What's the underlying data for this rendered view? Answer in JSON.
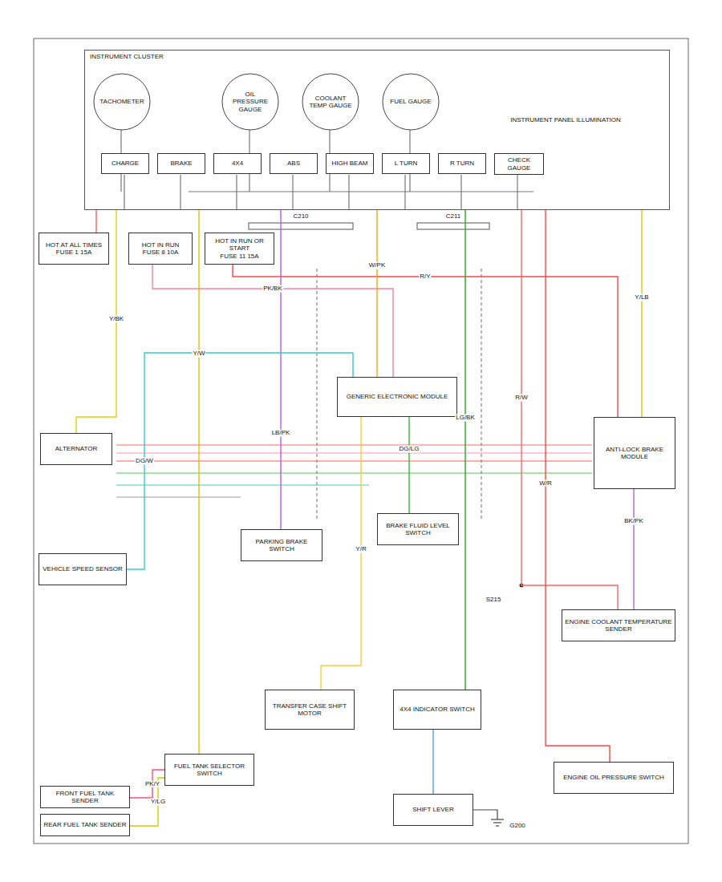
{
  "diagram": {
    "nodes": [
      {
        "text": [
          "INSTRUMENT CLUSTER"
        ]
      },
      {
        "text": [
          "TACHOMETER"
        ],
        "in": 0
      },
      {
        "text": [
          "OIL PRESSURE GAUGE"
        ],
        "in": 0
      },
      {
        "text": [
          "COOLANT TEMP GAUGE"
        ],
        "in": 0
      },
      {
        "text": [
          "FUEL GAUGE"
        ],
        "in": 0
      },
      {
        "text": [
          "CHARGE"
        ],
        "in": 0
      },
      {
        "text": [
          "BRAKE"
        ],
        "in": 0
      },
      {
        "text": [
          "4X4"
        ],
        "in": 0
      },
      {
        "text": [
          "ABS"
        ],
        "in": 0
      },
      {
        "text": [
          "HIGH BEAM"
        ],
        "in": 0
      },
      {
        "text": [
          "L TURN"
        ],
        "in": 0
      },
      {
        "text": [
          "R TURN"
        ],
        "in": 0
      },
      {
        "text": [
          "CHECK GAUGE"
        ],
        "in": 0
      },
      {
        "text": [
          "HOT AT ALL TIMES",
          "FUSE 1 15A"
        ]
      },
      {
        "text": [
          "HOT IN RUN",
          "FUSE 8 10A"
        ]
      },
      {
        "text": [
          "HOT IN RUN OR START",
          "FUSE 11 15A"
        ]
      },
      {
        "text": [
          "GENERIC ELECTRONIC MODULE"
        ]
      },
      {
        "text": [
          "BRAKE FLUID LEVEL SWITCH"
        ]
      },
      {
        "text": [
          "PARKING BRAKE SWITCH"
        ]
      },
      {
        "text": [
          "ANTI-LOCK BRAKE MODULE"
        ]
      },
      {
        "text": [
          "ENGINE COOLANT TEMPERATURE SENDER"
        ]
      },
      {
        "text": [
          "TRANSFER CASE SHIFT MOTOR"
        ]
      },
      {
        "text": [
          "4X4 INDICATOR SWITCH"
        ]
      },
      {
        "text": [
          "SHIFT LEVER"
        ]
      },
      {
        "text": [
          "ENGINE OIL PRESSURE SWITCH"
        ]
      },
      {
        "text": [
          "FUEL TANK SELECTOR SWITCH"
        ]
      },
      {
        "text": [
          "FRONT FUEL TANK SENDER"
        ]
      },
      {
        "text": [
          "REAR FUEL TANK SENDER"
        ]
      },
      {
        "text": [
          "ALTERNATOR"
        ]
      },
      {
        "text": [
          "VEHICLE SPEED SENSOR"
        ]
      }
    ],
    "edges": [
      {
        "from": 13,
        "to": 0,
        "arrow": "none"
      },
      {
        "from": 14,
        "to": 16,
        "arrow": "none",
        "label": "PK/BK"
      },
      {
        "from": 15,
        "to": 19,
        "arrow": "none",
        "label": "R/Y"
      },
      {
        "from": 16,
        "to": 0,
        "arrow": "none",
        "label": "W/PK"
      },
      {
        "from": 17,
        "to": 16,
        "arrow": "none",
        "label": "DG/LG"
      },
      {
        "from": 18,
        "to": 0,
        "arrow": "none",
        "label": "LB/PK"
      },
      {
        "from": 19,
        "to": 0,
        "arrow": "none",
        "label": "Y/LB"
      },
      {
        "from": 20,
        "to": 0,
        "arrow": "none",
        "label": "R/W"
      },
      {
        "from": 28,
        "to": 0,
        "arrow": "none",
        "label": "Y/BK"
      },
      {
        "from": 29,
        "to": 16,
        "arrow": "none",
        "label": "DG/W"
      },
      {
        "from": 21,
        "to": 16,
        "arrow": "none",
        "label": "Y/R"
      },
      {
        "from": 22,
        "to": 23,
        "arrow": "none"
      },
      {
        "from": 22,
        "to": 0,
        "arrow": "none",
        "label": "LG/BK"
      },
      {
        "from": 24,
        "to": 0,
        "arrow": "none",
        "label": "W/R"
      },
      {
        "from": 25,
        "to": 0,
        "arrow": "none",
        "label": "Y/W"
      },
      {
        "from": 26,
        "to": 25,
        "arrow": "none",
        "label": "PK/Y"
      },
      {
        "from": 27,
        "to": 25,
        "arrow": "none",
        "label": "Y/LG"
      },
      {
        "from": 19,
        "to": 20,
        "arrow": "none",
        "label": "BK/PK"
      }
    ],
    "labels": [
      "C210",
      "C211",
      "S215",
      "G200",
      "INSTRUMENT PANEL ILLUMINATION"
    ]
  }
}
